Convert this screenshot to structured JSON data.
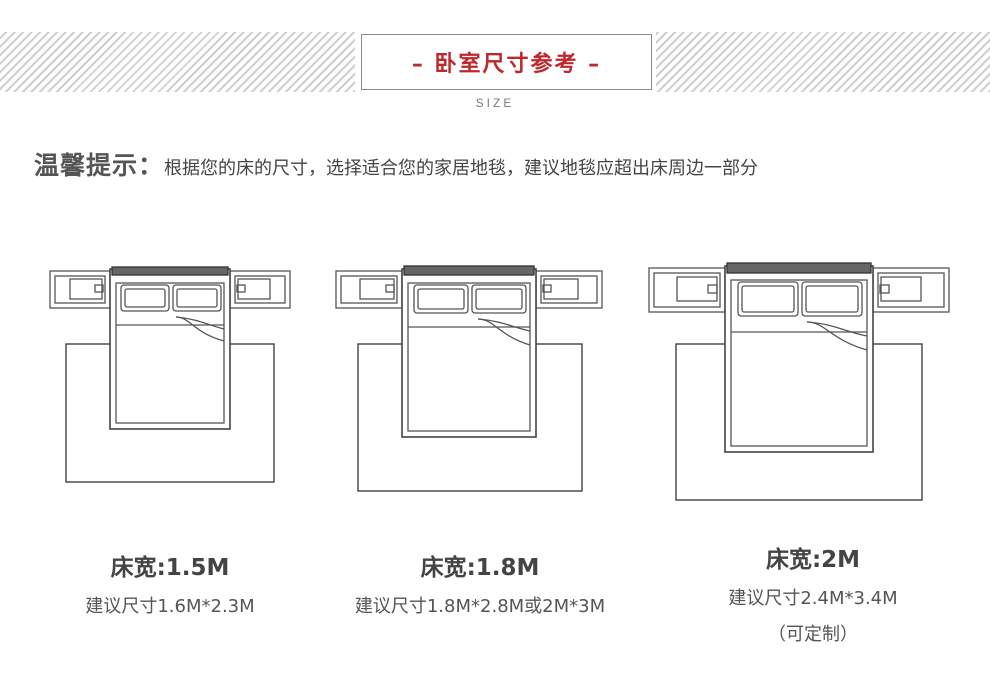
{
  "header": {
    "title": "– 卧室尺寸参考 –",
    "subtitle": "SIZE"
  },
  "tip": {
    "label": "温馨提示：",
    "text": "根据您的床的尺寸，选择适合您的家居地毯，建议地毯应超出床周边一部分"
  },
  "beds": [
    {
      "width_label": "床宽:1.5M",
      "suggestion": "建议尺寸1.6M*2.3M",
      "note": ""
    },
    {
      "width_label": "床宽:1.8M",
      "suggestion": "建议尺寸1.8M*2.8M或2M*3M",
      "note": ""
    },
    {
      "width_label": "床宽:2M",
      "suggestion": "建议尺寸2.4M*3.4M",
      "note": "（可定制）"
    }
  ]
}
